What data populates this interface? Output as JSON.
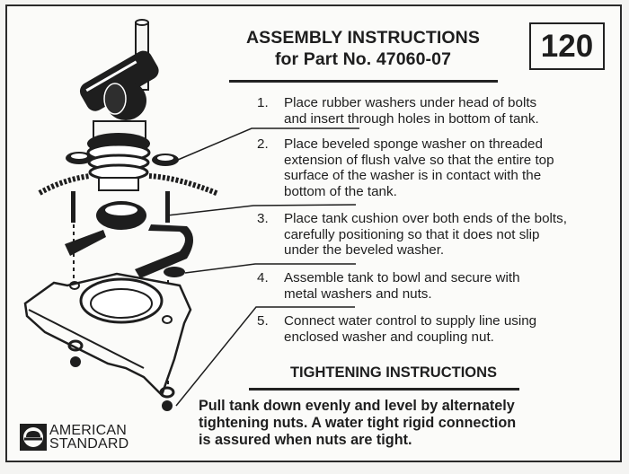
{
  "document": {
    "title_line1": "ASSEMBLY INSTRUCTIONS",
    "title_line2": "for Part No. 47060-07",
    "part_number_badge": "120"
  },
  "steps": [
    {
      "number": "1.",
      "text": "Place rubber washers under head of bolts\nand insert through holes in bottom of tank."
    },
    {
      "number": "2.",
      "text": "Place beveled sponge washer on threaded\nextension of flush valve so that the entire top\nsurface of the washer is in contact with the\nbottom of the tank."
    },
    {
      "number": "3.",
      "text": "Place tank cushion over both ends of the bolts,\ncarefully positioning so that it does not slip\nunder the beveled washer."
    },
    {
      "number": "4.",
      "text": "Assemble tank to bowl and secure with\nmetal washers and nuts."
    },
    {
      "number": "5.",
      "text": "Connect water control to supply line using\nenclosed washer and coupling nut."
    }
  ],
  "tightening": {
    "heading": "TIGHTENING INSTRUCTIONS",
    "body": "Pull tank down evenly and level by alternately\ntightening nuts.  A water tight rigid connection\nis assured when nuts are tight."
  },
  "brand": {
    "name": "AMERICAN\nSTANDARD",
    "logo_icon": "american-standard-logo-icon"
  },
  "diagram": {
    "icon": "flush-valve-exploded-assembly-diagram",
    "parts": [
      "water control valve",
      "rubber washers",
      "bolts",
      "beveled sponge washer",
      "tank cushion",
      "bowl",
      "metal washers",
      "nuts",
      "supply line coupling nut"
    ]
  },
  "colors": {
    "paper": "#fbfbf9",
    "ink": "#1e1e1e"
  }
}
